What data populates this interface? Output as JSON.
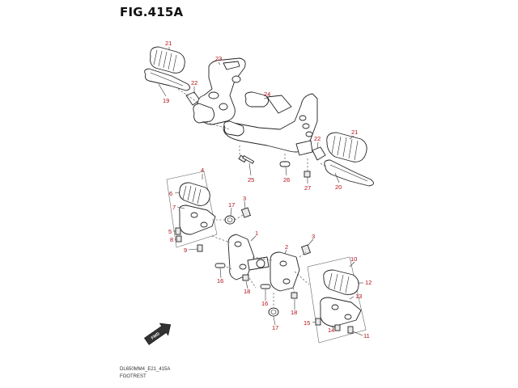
{
  "figure": {
    "title": "FIG.415A",
    "code": "DL650MM4_E21_415A",
    "name": "FOOTREST",
    "fwd_label": "FWD",
    "callout_color": "#b0101a"
  },
  "callouts": [
    {
      "id": "c21a",
      "label": "21"
    },
    {
      "id": "c23",
      "label": "23"
    },
    {
      "id": "c22a",
      "label": "22"
    },
    {
      "id": "c19",
      "label": "19"
    },
    {
      "id": "c24",
      "label": "24"
    },
    {
      "id": "c22b",
      "label": "22"
    },
    {
      "id": "c21b",
      "label": "21"
    },
    {
      "id": "c25",
      "label": "25"
    },
    {
      "id": "c26",
      "label": "26"
    },
    {
      "id": "c27",
      "label": "27"
    },
    {
      "id": "c20",
      "label": "20"
    },
    {
      "id": "c4",
      "label": "4"
    },
    {
      "id": "c6",
      "label": "6"
    },
    {
      "id": "c7",
      "label": "7"
    },
    {
      "id": "c17a",
      "label": "17"
    },
    {
      "id": "c3a",
      "label": "3"
    },
    {
      "id": "c5",
      "label": "5"
    },
    {
      "id": "c8",
      "label": "8"
    },
    {
      "id": "c9",
      "label": "9"
    },
    {
      "id": "c1",
      "label": "1"
    },
    {
      "id": "c2",
      "label": "2"
    },
    {
      "id": "c3b",
      "label": "3"
    },
    {
      "id": "c16a",
      "label": "16"
    },
    {
      "id": "c18a",
      "label": "18"
    },
    {
      "id": "c10",
      "label": "10"
    },
    {
      "id": "c12",
      "label": "12"
    },
    {
      "id": "c13",
      "label": "13"
    },
    {
      "id": "c16b",
      "label": "16"
    },
    {
      "id": "c18b",
      "label": "18"
    },
    {
      "id": "c17b",
      "label": "17"
    },
    {
      "id": "c15",
      "label": "15"
    },
    {
      "id": "c14",
      "label": "14"
    },
    {
      "id": "c11",
      "label": "11"
    }
  ]
}
